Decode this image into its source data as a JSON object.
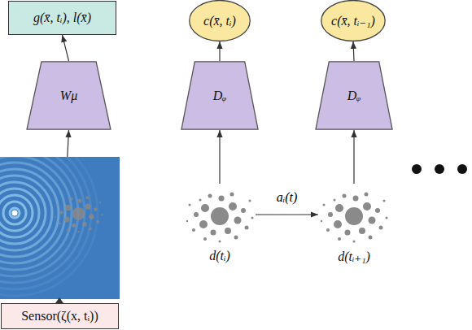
{
  "diagram": {
    "nodes": [
      {
        "text": [
          "g(x̄, tᵢ), l(x̄)"
        ]
      },
      {
        "text": [
          "Wμ"
        ]
      },
      {
        "text": [
          "Sensor(ζ(x, tᵢ))"
        ]
      },
      {
        "text": [
          "c(x̄, tᵢ)"
        ]
      },
      {
        "text": [
          "Dᵩ"
        ]
      },
      {
        "text": [
          "d(tᵢ)"
        ]
      },
      {
        "text": [
          "c(x̄, tᵢ₋₁)"
        ]
      },
      {
        "text": [
          "Dᵩ"
        ]
      },
      {
        "text": [
          "d(tᵢ₊₁)"
        ]
      }
    ],
    "edges": [
      {
        "from": 1,
        "to": 0,
        "arrow": "to"
      },
      {
        "from": 2,
        "to": 1,
        "arrow": "to"
      },
      {
        "from": 4,
        "to": 3,
        "arrow": "to"
      },
      {
        "from": 5,
        "to": 4,
        "arrow": "to"
      },
      {
        "from": 5,
        "to": 8,
        "arrow": "to",
        "label": "aᵢ(t)"
      },
      {
        "from": 7,
        "to": 6,
        "arrow": "to"
      },
      {
        "from": 8,
        "to": 7,
        "arrow": "to"
      }
    ]
  }
}
